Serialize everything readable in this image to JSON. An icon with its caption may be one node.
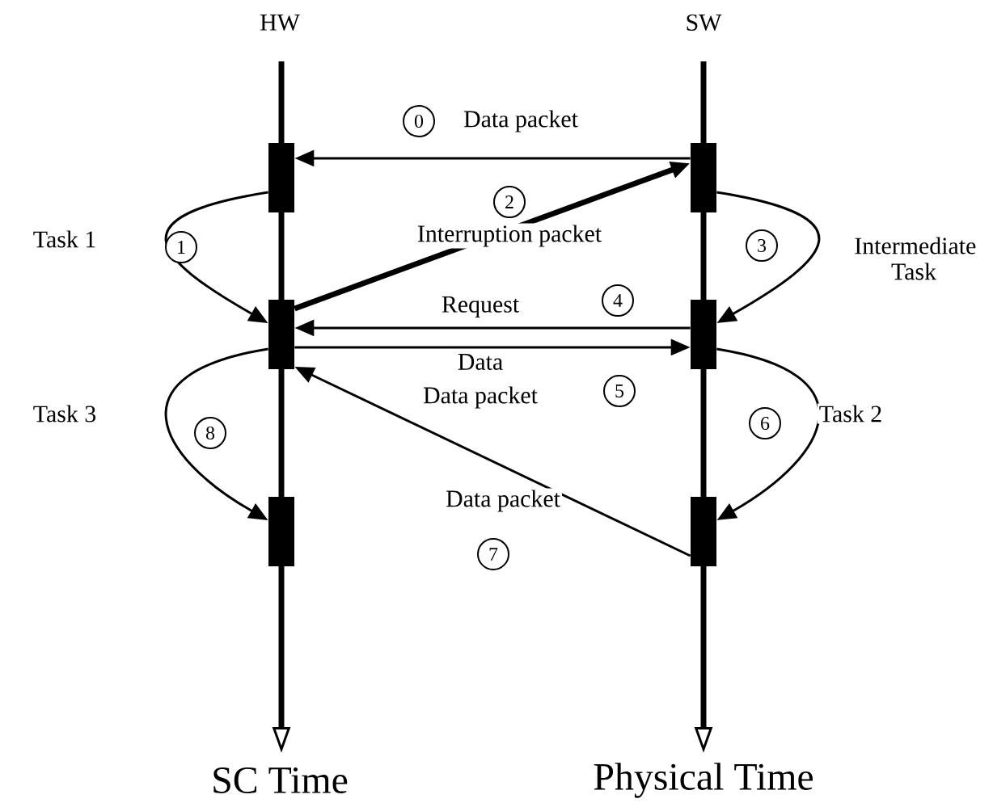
{
  "diagram": {
    "nodes": [
      {
        "text": [],
        "shape": "bar"
      },
      {
        "text": [],
        "shape": "bar"
      },
      {
        "text": [],
        "shape": "bar"
      },
      {
        "text": [],
        "shape": "bar"
      },
      {
        "text": [],
        "shape": "bar"
      },
      {
        "text": [],
        "shape": "bar"
      }
    ],
    "edges": [
      {
        "from": 3,
        "to": 0,
        "arrow": "to",
        "label": "Data packet"
      },
      {
        "from": 0,
        "to": 1,
        "arrow": "to",
        "label": "Task 1"
      },
      {
        "from": 1,
        "to": 3,
        "arrow": "to",
        "label": "Interruption packet",
        "style": "thick"
      },
      {
        "from": 3,
        "to": 4,
        "arrow": "to",
        "label": "Intermediate Task"
      },
      {
        "from": 4,
        "to": 1,
        "arrow": "to",
        "label": "Request"
      },
      {
        "from": 1,
        "to": 4,
        "arrow": "to",
        "label": "Data"
      },
      {
        "from": 4,
        "to": 5,
        "arrow": "to",
        "label": "Task 2"
      },
      {
        "from": 5,
        "to": 1,
        "arrow": "to",
        "label": "Data packet"
      },
      {
        "from": 1,
        "to": 2,
        "arrow": "to",
        "label": "Task 3"
      }
    ],
    "labels": [
      "HW",
      "SW",
      "0",
      "2",
      "1",
      "3",
      "4",
      "5",
      "Data packet",
      "8",
      "6",
      "7",
      "SC Time",
      "Physical Time"
    ]
  }
}
